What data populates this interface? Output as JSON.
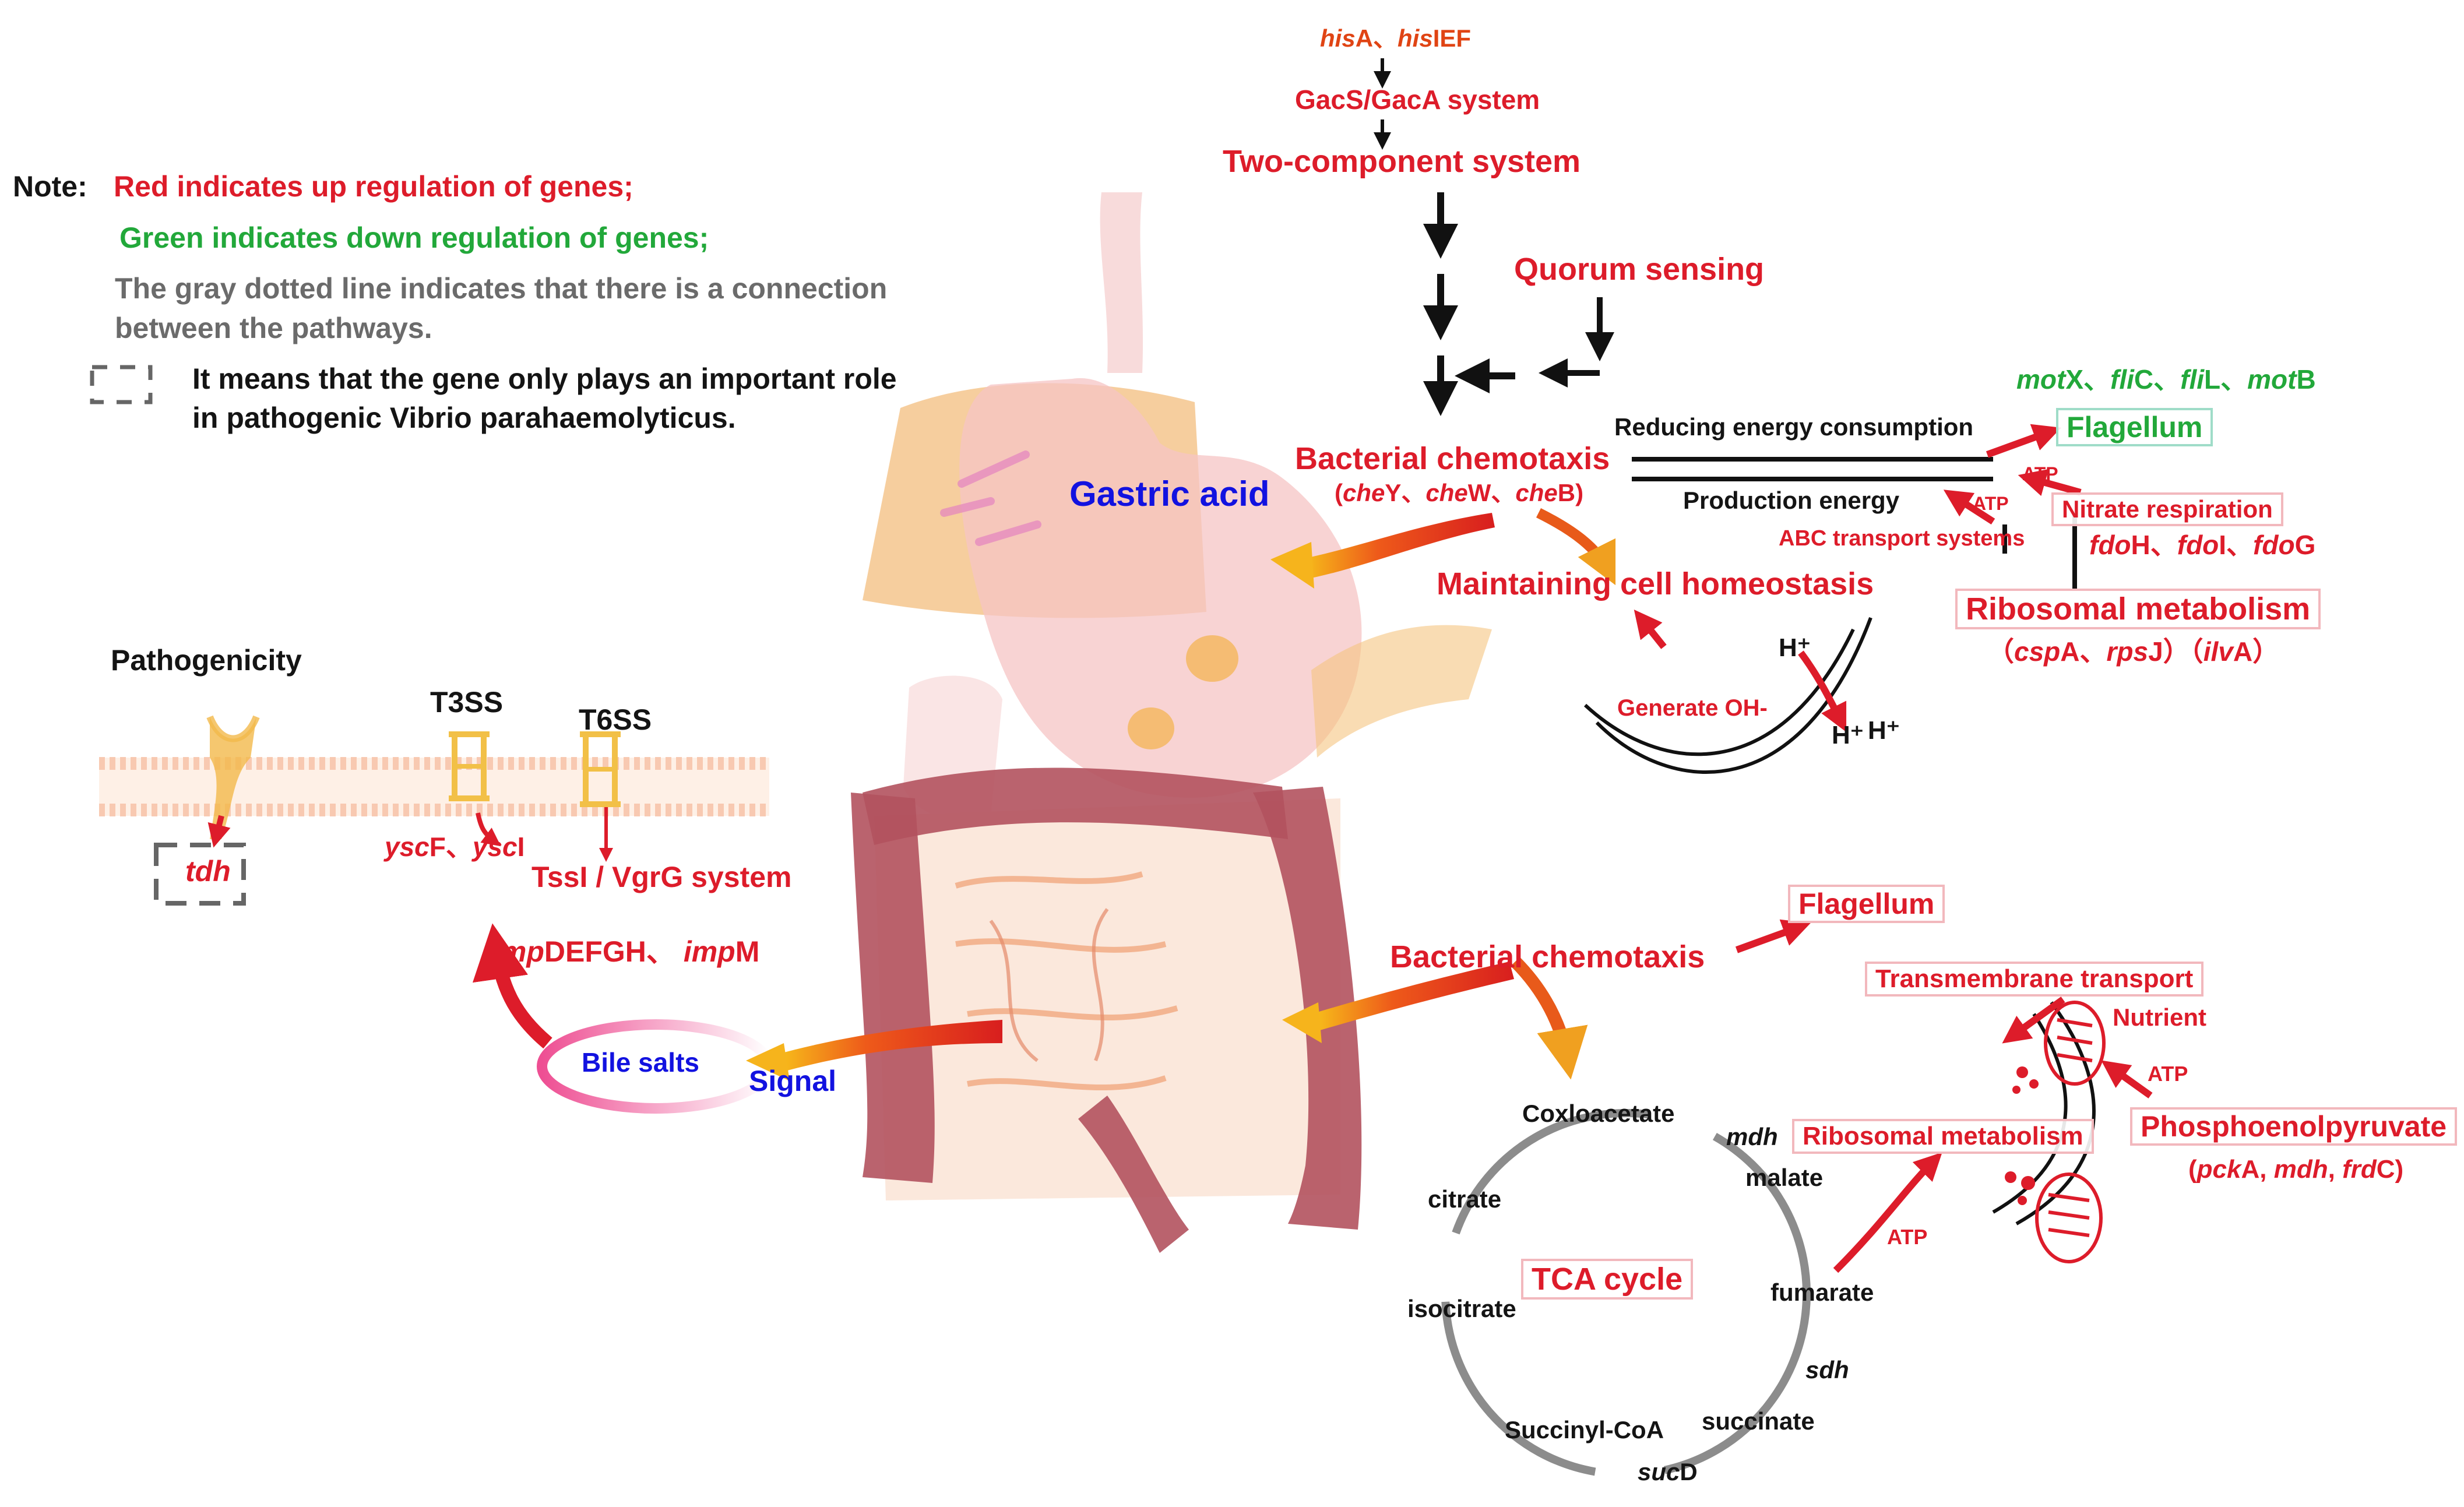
{
  "colors": {
    "up": "#dd1c2a",
    "down": "#22a83a",
    "note_gray": "#6b6b6b",
    "signal_blue": "#1212e0"
  },
  "icons": [
    "dashed-box-icon",
    "membrane-icon",
    "tdh-porin-icon",
    "t3ss-icon",
    "t6ss-icon",
    "stomach-illustration",
    "intestine-illustration",
    "bile-salts-ellipse-icon",
    "cell-membrane-arc-icon",
    "mitochondria-icon"
  ],
  "legend": {
    "note_prefix": "Note:",
    "red_line": "Red indicates up regulation of genes;",
    "green_line": "Green indicates down regulation of  genes;",
    "gray_line1": "The gray dotted line indicates that there is a connection",
    "gray_line2": "between the pathways.",
    "box_line1": "It means that the gene only plays an important role",
    "box_line2": "in pathogenic Vibrio parahaemolyticus."
  },
  "top": {
    "his_a": "his",
    "his_a2": "A、",
    "his_b": "his",
    "his_b2": "IEF",
    "gacs": "GacS/GacA system",
    "two_component": "Two-component system",
    "quorum": "Quorum sensing",
    "bact_chemotaxis": "Bacterial chemotaxis",
    "che_open": "(",
    "che_y": "che",
    "che_y2": "Y、",
    "che_w": "che",
    "che_w2": "W、",
    "che_b": "che",
    "che_b2": "B)",
    "gastric_acid": "Gastric acid",
    "maintaining": "Maintaining cell homeostasis",
    "reducing": "Reducing energy consumption",
    "production": "Production energy",
    "flagellum": "Flagellum",
    "atp1": "ATP",
    "atp2": "ATP",
    "nitrate": "Nitrate respiration",
    "abc": "ABC transport systems",
    "mot_x": "mot",
    "mot_x2": "X、",
    "fli_c": "fli",
    "fli_c2": "C、",
    "fli_l": "fli",
    "fli_l2": "L、",
    "mot_b": "mot",
    "mot_b2": "B",
    "fdo_h": "fdo",
    "fdo_h2": "H、",
    "fdo_i": "fdo",
    "fdo_i2": "I、",
    "fdo_g": "fdo",
    "fdo_g2": "G",
    "ribosomal": "Ribosomal metabolism",
    "csp_open": "（",
    "csp": "csp",
    "csp2": "A、",
    "rps": "rps",
    "rps2": "J）（",
    "ilv": "ilv",
    "ilv2": "A）",
    "generate_oh": "Generate OH-",
    "h_plus_1": "H⁺",
    "h_plus_2": "H⁺",
    "h_plus_3": "H⁺"
  },
  "left": {
    "pathogenicity": "Pathogenicity",
    "t3ss": "T3SS",
    "t6ss": "T6SS",
    "tdh": "tdh",
    "ysc_f": "ysc",
    "ysc_f2": "F、",
    "ysc_i": "ysc",
    "ysc_i2": "I",
    "tssi": "TssI / VgrG system",
    "imp_a": "imp",
    "imp_a2": "DEFGH、 ",
    "imp_b": "imp",
    "imp_b2": "M",
    "bile_salts": "Bile salts",
    "signal": "Signal"
  },
  "bottom": {
    "flagellum": "Flagellum",
    "bact_chemotaxis": "Bacterial chemotaxis",
    "transmembrane": "Transmembrane transport",
    "nutrient": "Nutrient",
    "atp_a": "ATP",
    "atp_b": "ATP",
    "pep": "Phosphoenolpyruvate",
    "pck_open": "(",
    "pck": "pck",
    "pck2": "A, ",
    "mdh_g": "mdh",
    "mdh_g2": ", ",
    "frd": "frd",
    "frd2": "C)",
    "ribosomal": "Ribosomal metabolism",
    "tca": "TCA cycle",
    "coxloacetate": "Coxloacetate",
    "malate": "malate",
    "mdh": "mdh",
    "citrate": "citrate",
    "isocitrate": "isocitrate",
    "fumarate": "fumarate",
    "sdh": "sdh",
    "succinate": "succinate",
    "succinyl": "Succinyl-CoA",
    "sucd": "suc",
    "sucd2": "D"
  }
}
